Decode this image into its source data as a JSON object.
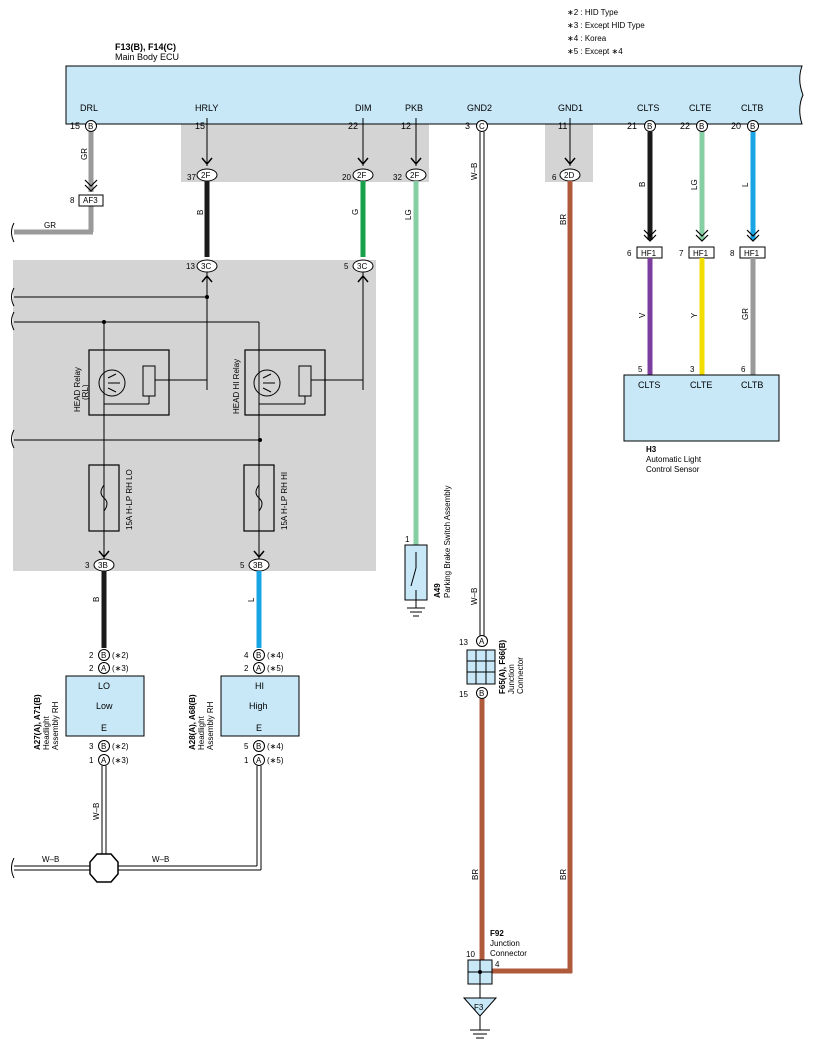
{
  "notes": [
    "∗2 : HID Type",
    "∗3 : Except HID Type",
    "∗4 : Korea",
    "∗5 : Except ∗4"
  ],
  "ecu": {
    "code": "F13(B), F14(C)",
    "name": "Main Body ECU",
    "terminals": [
      "DRL",
      "HRLY",
      "DIM",
      "PKB",
      "GND2",
      "GND1",
      "CLTS",
      "CLTE",
      "CLTB"
    ],
    "pins": [
      "15",
      "15",
      "22",
      "12",
      "3",
      "11",
      "21",
      "22",
      "20"
    ],
    "connectors": [
      "B",
      "C",
      "B",
      "B",
      "B"
    ]
  },
  "connectors": {
    "af3": "AF3",
    "af3_pin": "8",
    "c2f": "2F",
    "c2f_pins": [
      "37",
      "20",
      "32"
    ],
    "c2d": "2D",
    "c2d_pin": "6",
    "c3c": "3C",
    "c3c_pins": [
      "13",
      "5"
    ],
    "c3b": "3B",
    "c3b_pins": [
      "3",
      "5"
    ],
    "hf1": "HF1",
    "hf1_pins": [
      "6",
      "7",
      "8"
    ],
    "sensor_pins": [
      "5",
      "3",
      "6"
    ],
    "junction_f92_pins": [
      "10",
      "4"
    ],
    "jc_pins": [
      "13",
      "15"
    ],
    "ground_f3": "F3"
  },
  "wires": {
    "gr": "GR",
    "b": "B",
    "g": "G",
    "lg": "LG",
    "wb": "W–B",
    "br": "BR",
    "v": "V",
    "y": "Y",
    "l": "L"
  },
  "relays": {
    "head": "HEAD Relay",
    "head_sub": "(RL)",
    "head_hi": "HEAD HI Relay"
  },
  "fuses": {
    "lo": "15A H-LP RH LO",
    "hi": "15A H-LP RH HI"
  },
  "sensor": {
    "code": "H3",
    "name_1": "Automatic Light",
    "name_2": "Control Sensor",
    "terms": [
      "CLTS",
      "CLTE",
      "CLTB"
    ]
  },
  "parking_brake": {
    "code": "A49",
    "name": "Parking Brake Switch Assembly",
    "pin": "1"
  },
  "junction_connector": {
    "code": "F65(A), F66(B)",
    "name_1": "Junction",
    "name_2": "Connector"
  },
  "junction_f92": {
    "code": "F92",
    "name_1": "Junction",
    "name_2": "Connector"
  },
  "headlight_lo": {
    "code": "A27(A), A71(B)",
    "name_1": "Headlight",
    "name_2": "Assembly RH",
    "top": "LO",
    "mid": "Low",
    "bottom": "E",
    "pins_top": [
      [
        "2",
        "B",
        "(∗2)"
      ],
      [
        "2",
        "A",
        "(∗3)"
      ]
    ],
    "pins_bottom": [
      [
        "3",
        "B",
        "(∗2)"
      ],
      [
        "1",
        "A",
        "(∗3)"
      ]
    ]
  },
  "headlight_hi": {
    "code": "A28(A), A68(B)",
    "name_1": "Headlight",
    "name_2": "Assembly RH",
    "top": "HI",
    "mid": "High",
    "bottom": "E",
    "pins_top": [
      [
        "4",
        "B",
        "(∗4)"
      ],
      [
        "2",
        "A",
        "(∗5)"
      ]
    ],
    "pins_bottom": [
      [
        "5",
        "B",
        "(∗4)"
      ],
      [
        "1",
        "A",
        "(∗5)"
      ]
    ]
  },
  "colors": {
    "ecu_fill": "#c8e8f8",
    "gray_zone": "#d4d4d4",
    "wire_b": "#1a1a1a",
    "wire_gr": "#9a9a9a",
    "wire_g": "#16a04a",
    "wire_lg": "#86cfa4",
    "wire_br": "#b05a3c",
    "wire_v": "#7b3d9e",
    "wire_y": "#f2dd00",
    "wire_l": "#19a4e4"
  }
}
